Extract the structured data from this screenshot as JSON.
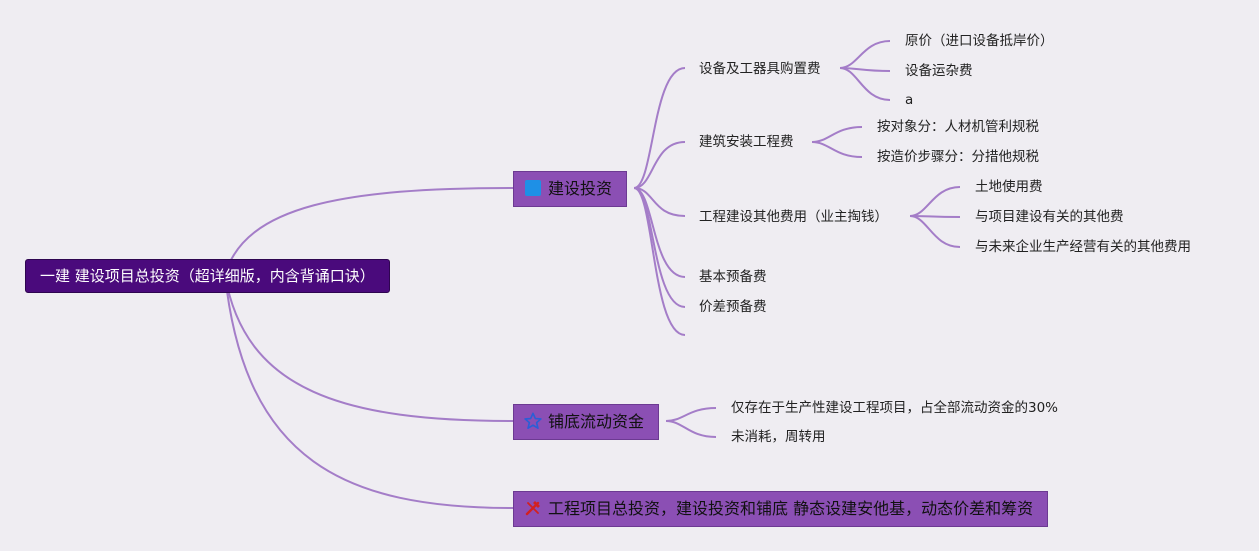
{
  "root": {
    "label": "一建 建设项目总投资（超详细版，内含背诵口诀）"
  },
  "branches": {
    "construction": {
      "label": "建设投资",
      "icon": "blue-square-icon",
      "children": {
        "equipment": {
          "label": "设备及工器具购置费",
          "children": [
            "原价（进口设备抵岸价）",
            "设备运杂费",
            "a"
          ]
        },
        "install": {
          "label": "建筑安装工程费",
          "children": [
            "按对象分：人材机管利规税",
            "按造价步骤分：分措他规税"
          ]
        },
        "other": {
          "label": "工程建设其他费用（业主掏钱）",
          "children": [
            "土地使用费",
            "与项目建设有关的其他费",
            "与未来企业生产经营有关的其他费用"
          ]
        },
        "basic_reserve": {
          "label": "基本预备费"
        },
        "price_reserve": {
          "label": "价差预备费"
        }
      }
    },
    "working_capital": {
      "label": "铺底流动资金",
      "icon": "star-outline-icon",
      "children": [
        "仅存在于生产性建设工程项目，占全部流动资金的30%",
        "未消耗，周转用"
      ]
    },
    "total": {
      "label": "工程项目总投资，建设投资和铺底 静态设建安他基，动态价差和筹资",
      "icon": "tools-icon"
    }
  },
  "colors": {
    "line": "#a47dc8",
    "root_bg": "#4a0a7c",
    "branch_bg": "#8b4fb4",
    "canvas_bg": "#efedf2"
  }
}
